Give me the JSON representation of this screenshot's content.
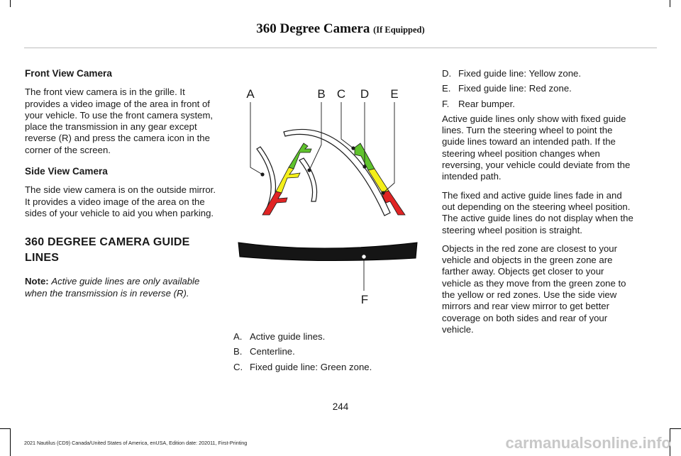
{
  "header": {
    "title": "360 Degree Camera",
    "subtitle": "(If Equipped)"
  },
  "col1": {
    "h_front": "Front View Camera",
    "p_front": "The front view camera is in the grille. It provides a video image of the area in front of your vehicle. To use the front camera system, place the transmission in any gear except reverse (R) and press the camera icon in the corner of the screen.",
    "h_side": "Side View Camera",
    "p_side": "The side view camera is on the outside mirror. It provides a video image of the area on the sides of your vehicle to aid you when parking.",
    "h_guide_1": "360 DEGREE CAMERA GUIDE",
    "h_guide_2": "LINES",
    "note_label": "Note:",
    "note_text": "Active guide lines are only available when the transmission is in reverse (R)."
  },
  "figure": {
    "labels": {
      "a": "A",
      "b": "B",
      "c": "C",
      "d": "D",
      "e": "E",
      "f": "F"
    },
    "colors": {
      "green": "#5fc22c",
      "yellow": "#f4ef1a",
      "red": "#e02424",
      "bumper": "#151515"
    }
  },
  "legend_mid": [
    {
      "letter": "A.",
      "text": "Active guide lines."
    },
    {
      "letter": "B.",
      "text": "Centerline."
    },
    {
      "letter": "C.",
      "text": "Fixed guide line: Green zone."
    }
  ],
  "col3": {
    "legend": [
      {
        "letter": "D.",
        "text": "Fixed guide line: Yellow zone."
      },
      {
        "letter": "E.",
        "text": "Fixed guide line: Red zone."
      },
      {
        "letter": "F.",
        "text": "Rear bumper."
      }
    ],
    "p1": "Active guide lines only show with fixed guide lines. Turn the steering wheel to point the guide lines toward an intended path. If the steering wheel position changes when reversing, your vehicle could deviate from the intended path.",
    "p2": "The fixed and active guide lines fade in and out depending on the steering wheel position. The active guide lines do not display when the steering wheel position is straight.",
    "p3": "Objects in the red zone are closest to your vehicle and objects in the green zone are farther away. Objects get closer to your vehicle as they move from the green zone to the yellow or red zones. Use the side view mirrors and rear view mirror to get better coverage on both sides and rear of your vehicle."
  },
  "page_number": "244",
  "footer": "2021 Nautilus (CD9) Canada/United States of America, enUSA, Edition date: 202011, First-Printing",
  "watermark": "carmanualsonline.info"
}
